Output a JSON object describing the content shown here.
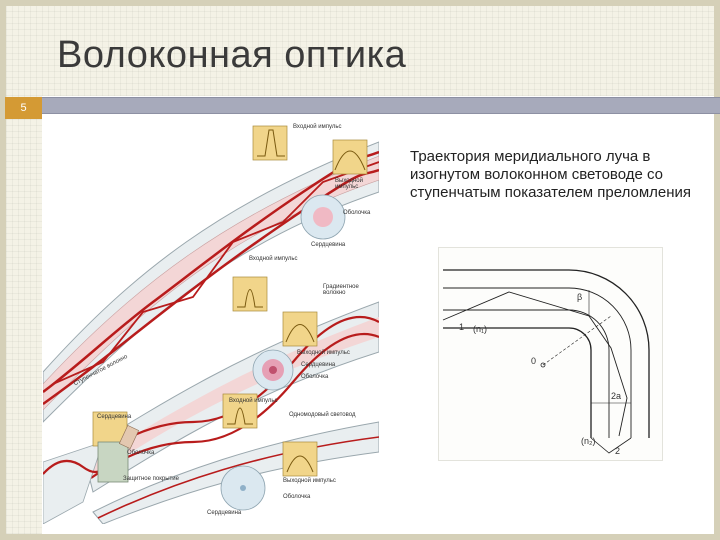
{
  "slide": {
    "title": "Волоконная оптика",
    "slide_number": "5",
    "caption": "Траектория меридиального луча в изогнутом волоконном световоде со ступенчатым показателем преломления"
  },
  "left_figure": {
    "labels": {
      "input_pulse_1": "Входной импульс",
      "output_pulse_1": "Выходной импульс",
      "cladding_1": "Оболочка",
      "core_1": "Сердцевина",
      "input_pulse_2": "Входной импульс",
      "gradient": "Градиентное волокно",
      "output_pulse_2": "Выходной импульс",
      "cladding_2": "Оболочка",
      "core_2": "Сердцевина",
      "input_pulse_3": "Входной импульс",
      "single_mode": "Одномодовый световод",
      "core_3": "Сердцевина",
      "cladding_3": "Оболочка",
      "protective": "Защитное покрытие",
      "output_pulse_3": "Выходной импульс",
      "cladding_4": "Оболочка",
      "core_4": "Сердцевина",
      "step_fiber": "Ступенчатое волокно"
    }
  },
  "right_figure": {
    "labels": {
      "n1": "(n₁)",
      "n2": "(n₂)",
      "one": "1",
      "two": "2",
      "zero": "0",
      "two_a": "2a",
      "beta": "β"
    }
  },
  "colors": {
    "frame": "#d5d0b8",
    "rule": "#a7aabb",
    "number_box": "#d49a34",
    "ray": "#b81c1c"
  }
}
